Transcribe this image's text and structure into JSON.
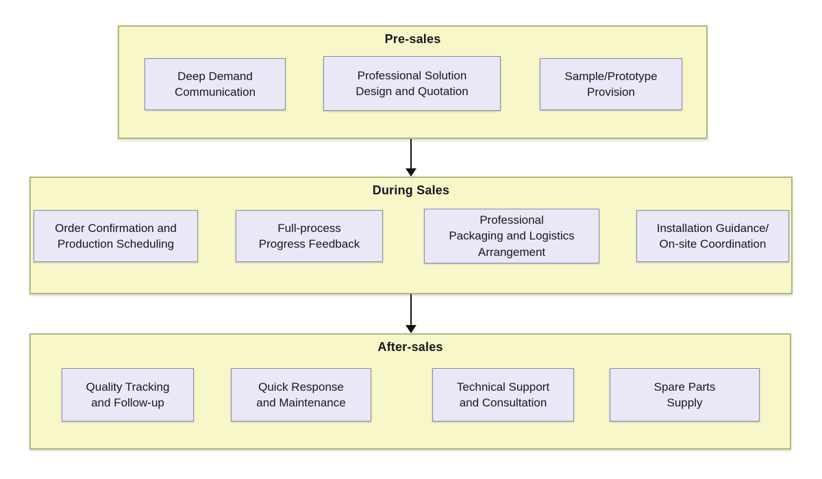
{
  "colors": {
    "page_bg": "#ffffff",
    "stage_fill": "#f8f7ca",
    "stage_border": "#b6b578",
    "box_fill": "#eae7f6",
    "box_border": "#8b87a6",
    "text": "#16161e",
    "arrow": "#131313"
  },
  "stages": [
    {
      "title": "Pre-sales",
      "boxes": [
        "Deep Demand\nCommunication",
        "Professional Solution\nDesign and Quotation",
        "Sample/Prototype\nProvision"
      ]
    },
    {
      "title": "During Sales",
      "boxes": [
        "Order Confirmation and\nProduction Scheduling",
        "Full-process\nProgress Feedback",
        "Professional\nPackaging and Logistics\nArrangement",
        "Installation Guidance/\nOn-site Coordination"
      ]
    },
    {
      "title": "After-sales",
      "boxes": [
        "Quality Tracking\nand Follow-up",
        "Quick Response\nand Maintenance",
        "Technical Support\nand Consultation",
        "Spare Parts\nSupply"
      ]
    }
  ]
}
